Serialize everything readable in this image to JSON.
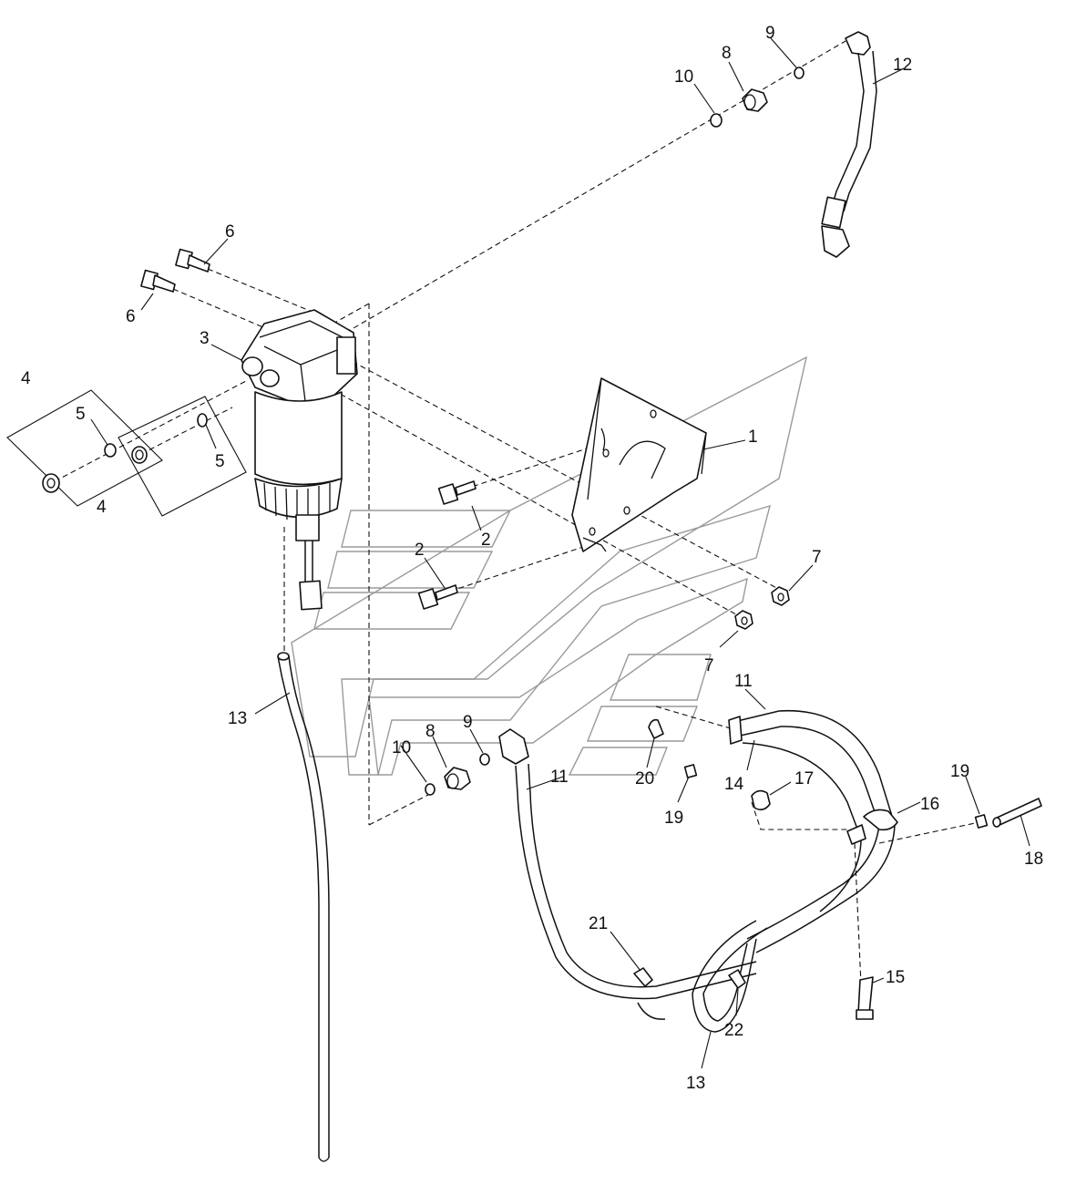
{
  "callouts": {
    "c1": "1",
    "c2": "2",
    "c3": "3",
    "c4": "4",
    "c5": "5",
    "c6": "6",
    "c7": "7",
    "c8": "8",
    "c9": "9",
    "c10": "10",
    "c11": "11",
    "c12": "12",
    "c13": "13",
    "c14": "14",
    "c15": "15",
    "c16": "16",
    "c17": "17",
    "c18": "18",
    "c19": "19",
    "c20": "20",
    "c21": "21",
    "c22": "22"
  },
  "colors": {
    "line": "#111111",
    "watermark": "#9a9a9a",
    "background": "#ffffff"
  }
}
